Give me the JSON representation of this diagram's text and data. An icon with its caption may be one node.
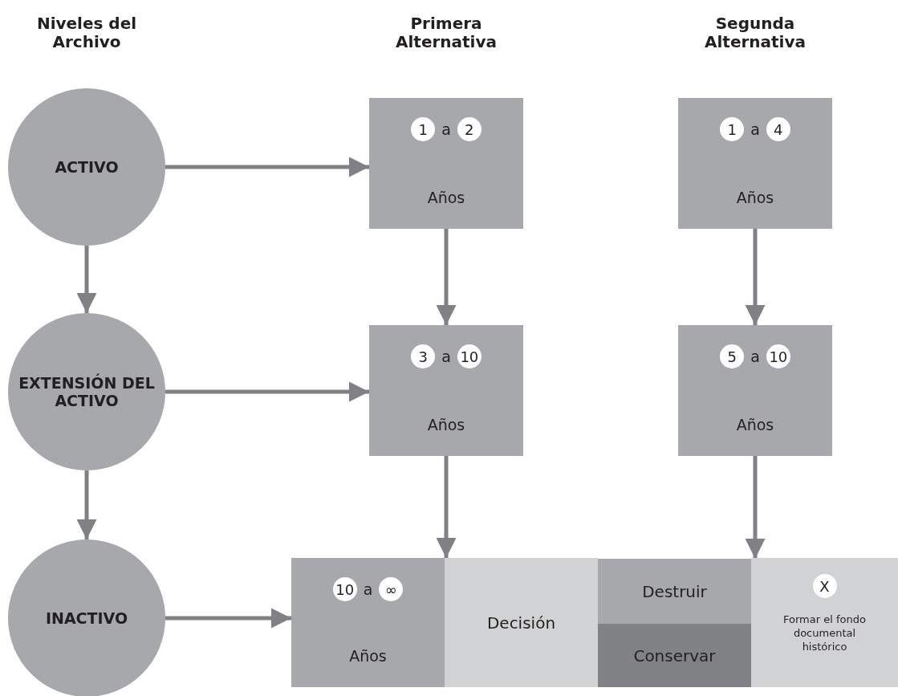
{
  "diagram": {
    "nodes": [
      {
        "text": [
          "ACTIVO"
        ]
      },
      {
        "text": [
          "EXTENSIÓN DEL ACTIVO"
        ]
      },
      {
        "text": [
          "INACTIVO"
        ]
      },
      {
        "text": [
          "1",
          "a",
          "2",
          "Años"
        ]
      },
      {
        "text": [
          "1",
          "a",
          "4",
          "Años"
        ]
      },
      {
        "text": [
          "3",
          "a",
          "10",
          "Años"
        ]
      },
      {
        "text": [
          "5",
          "a",
          "10",
          "Años"
        ]
      },
      {
        "text": [
          "10",
          "a",
          "∞",
          "Años"
        ]
      },
      {
        "text": [
          "Decisión"
        ]
      },
      {
        "text": [
          "Destruir"
        ]
      },
      {
        "text": [
          "Conservar"
        ]
      },
      {
        "text": [
          "X",
          "Formar el fondo documental histórico"
        ]
      }
    ],
    "edges": [
      {
        "from": 0,
        "to": 3,
        "arrow": "to"
      },
      {
        "from": 1,
        "to": 5,
        "arrow": "to"
      },
      {
        "from": 2,
        "to": 7,
        "arrow": "to"
      },
      {
        "from": 0,
        "to": 1,
        "arrow": "to"
      },
      {
        "from": 1,
        "to": 2,
        "arrow": "to"
      },
      {
        "from": 3,
        "to": 5,
        "arrow": "to"
      },
      {
        "from": 4,
        "to": 6,
        "arrow": "to"
      },
      {
        "from": 5,
        "to": 7,
        "arrow": "to"
      },
      {
        "from": 6,
        "to": 9,
        "arrow": "to"
      }
    ],
    "labels": [
      "Niveles del Archivo",
      "Primera Alternativa",
      "Segunda Alternativa"
    ]
  }
}
